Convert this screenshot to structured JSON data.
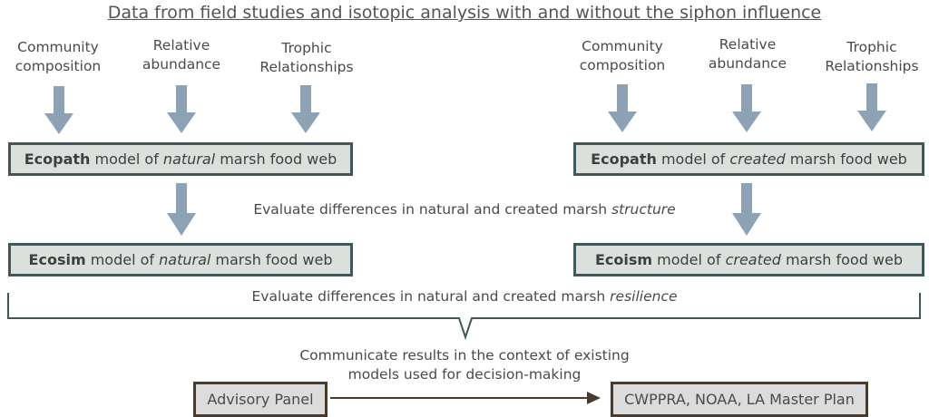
{
  "title": "Data from field studies and isotopic analysis with and without the siphon influence",
  "left": {
    "inputs": [
      {
        "line1": "Community",
        "line2": "composition"
      },
      {
        "line1": "Relative",
        "line2": "abundance"
      },
      {
        "line1": "Trophic",
        "line2": "Relationships"
      }
    ],
    "ecopath": {
      "bold": "Ecopath",
      "pre": " model of ",
      "ital": "natural",
      "post": " marsh food web"
    },
    "ecosim": {
      "bold": "Ecosim",
      "pre": " model of ",
      "ital": "natural",
      "post": " marsh food web"
    }
  },
  "right": {
    "inputs": [
      {
        "line1": "Community",
        "line2": "composition"
      },
      {
        "line1": "Relative",
        "line2": "abundance"
      },
      {
        "line1": "Trophic",
        "line2": "Relationships"
      }
    ],
    "ecopath": {
      "bold": "Ecopath",
      "pre": " model of ",
      "ital": "created",
      "post": " marsh food web"
    },
    "ecosim": {
      "bold": "Ecoism",
      "pre": " model of ",
      "ital": "created",
      "post": " marsh food web"
    }
  },
  "structure_note": {
    "pre": "Evaluate differences in natural and created marsh ",
    "ital": "structure"
  },
  "resilience_note": {
    "pre": "Evaluate differences in natural and created marsh ",
    "ital": "resilience"
  },
  "communicate": {
    "line1": "Communicate results in the context of existing",
    "line2": "models used for decision-making"
  },
  "advisory_panel": "Advisory Panel",
  "decision_targets": "CWPPRA, NOAA, LA Master Plan",
  "colors": {
    "arrow": "#8da3b5",
    "box_border": "#40585a",
    "box_fill": "#dbe0dd",
    "bottom_border": "#4a3b2c",
    "connector": "#4a3b2c"
  }
}
